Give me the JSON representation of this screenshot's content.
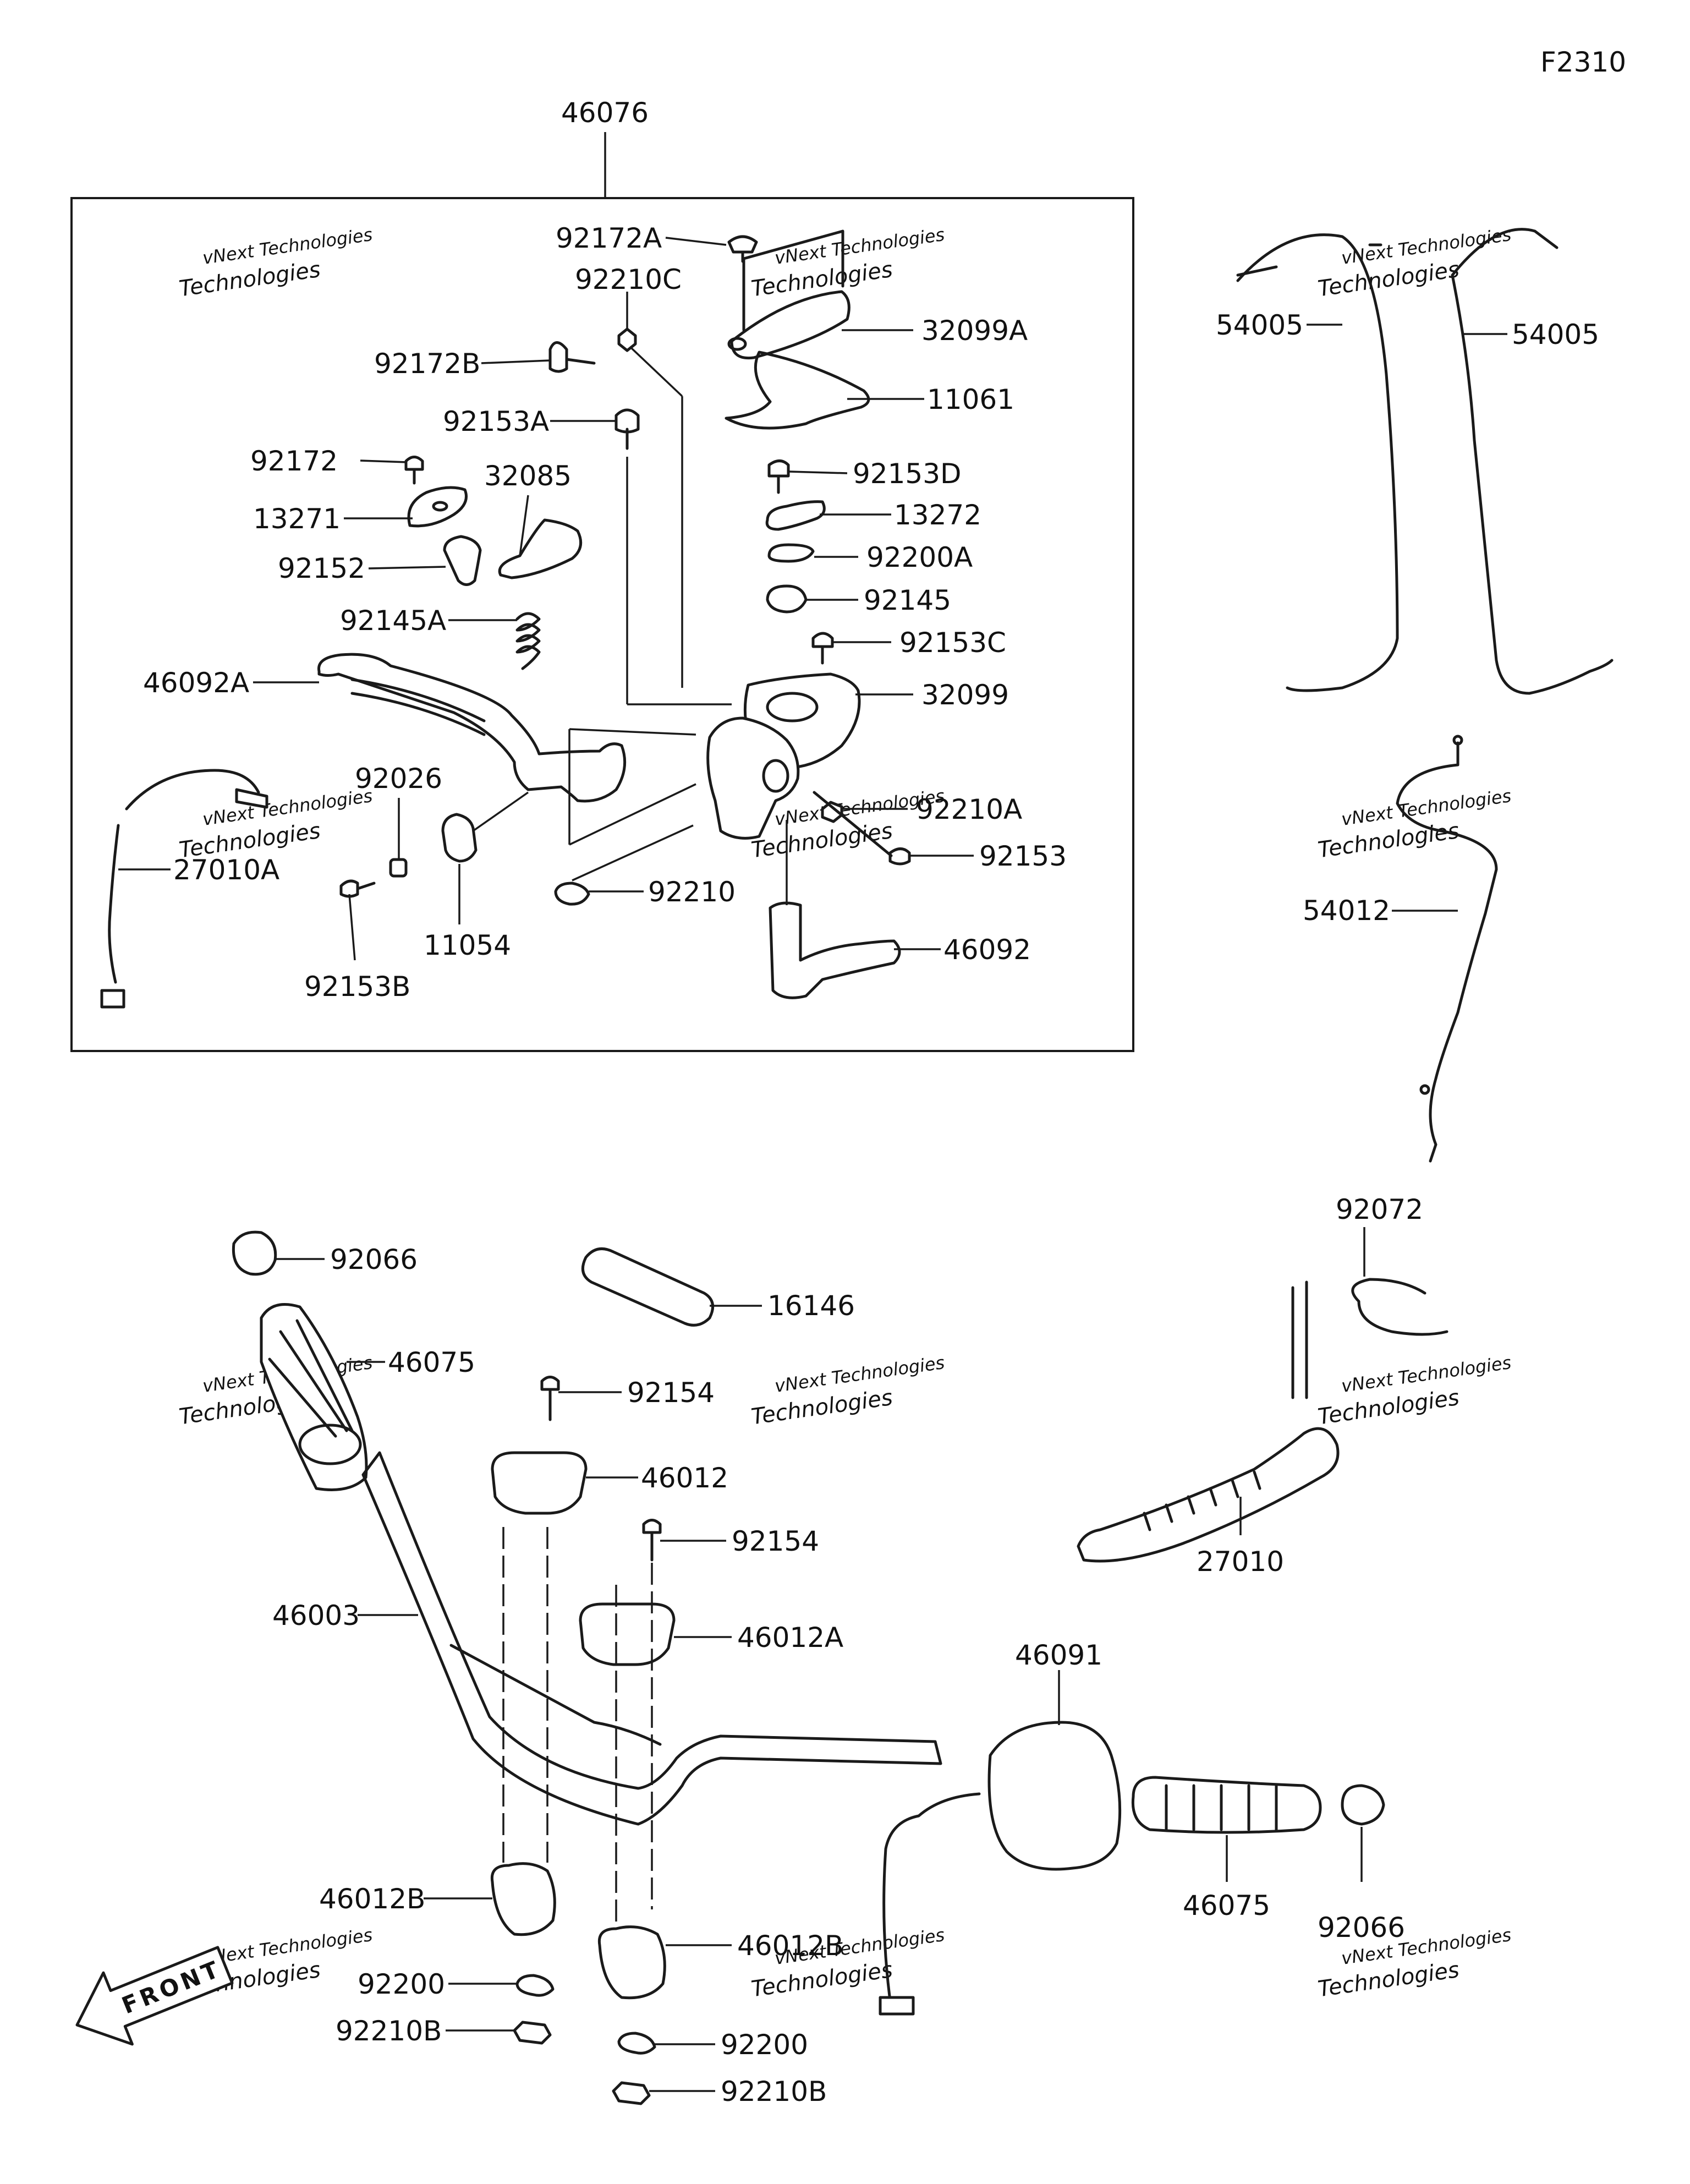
{
  "figure_code": "F2310",
  "assembly_label": "46076",
  "front_label": "FRONT",
  "watermark": {
    "line1": "vNext Technologies",
    "line2": "Technologies"
  },
  "labels": {
    "l92172A": "92172A",
    "l92210C": "92210C",
    "l32099A": "32099A",
    "l92172B": "92172B",
    "l11061": "11061",
    "l92153A": "92153A",
    "l92172": "92172",
    "l32085": "32085",
    "l92153D": "92153D",
    "l13271": "13271",
    "l13272": "13272",
    "l92152": "92152",
    "l92200A": "92200A",
    "l92145": "92145",
    "l92145A": "92145A",
    "l92153C": "92153C",
    "l46092A": "46092A",
    "l32099": "32099",
    "l92026": "92026",
    "l92210A": "92210A",
    "l27010A": "27010A",
    "l92153": "92153",
    "l92210": "92210",
    "l11054": "11054",
    "l46092": "46092",
    "l92153B": "92153B",
    "l54005a": "54005",
    "l54005b": "54005",
    "l54012": "54012",
    "l92072": "92072",
    "l92066a": "92066",
    "l16146": "16146",
    "l46075a": "46075",
    "l92154a": "92154",
    "l46012": "46012",
    "l92154b": "92154",
    "l46003": "46003",
    "l46012A": "46012A",
    "l27010": "27010",
    "l46091": "46091",
    "l46075b": "46075",
    "l92066b": "92066",
    "l46012Ba": "46012B",
    "l46012Bb": "46012B",
    "l92200a": "92200",
    "l92200b": "92200",
    "l92210Ba": "92210B",
    "l92210Bb": "92210B"
  }
}
